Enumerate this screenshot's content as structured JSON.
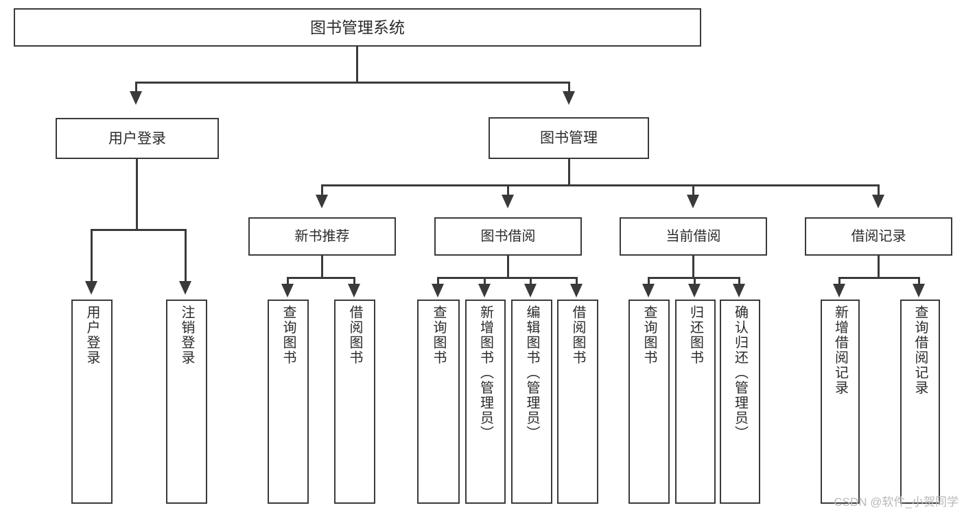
{
  "diagram": {
    "title": "图书管理系统",
    "type": "功能结构图",
    "watermark": "CSDN @软件_小贺同学",
    "colors": {
      "stroke": "#3a3a3a",
      "fill": "#ffffff",
      "text": "#2b2b2b",
      "watermark": "#b8b8b8",
      "background": "#ffffff"
    }
  },
  "nodes": {
    "root": {
      "label": "图书管理系统"
    },
    "level1": [
      {
        "label": "用户登录"
      },
      {
        "label": "图书管理"
      }
    ],
    "level2": [
      {
        "label": "新书推荐"
      },
      {
        "label": "图书借阅"
      },
      {
        "label": "当前借阅"
      },
      {
        "label": "借阅记录"
      }
    ],
    "leaves": {
      "user_login": [
        {
          "label": "用户登录"
        },
        {
          "label": "注销登录"
        }
      ],
      "new_book": [
        {
          "label": "查询图书"
        },
        {
          "label": "借阅图书"
        }
      ],
      "book_borrow": [
        {
          "label": "查询图书"
        },
        {
          "label": "新增图书（管理员）"
        },
        {
          "label": "编辑图书（管理员）"
        },
        {
          "label": "借阅图书"
        }
      ],
      "current_borrow": [
        {
          "label": "查询图书"
        },
        {
          "label": "归还图书"
        },
        {
          "label": "确认归还（管理员）"
        }
      ],
      "borrow_record": [
        {
          "label": "新增借阅记录"
        },
        {
          "label": "查询借阅记录"
        }
      ]
    }
  },
  "edges": {
    "root_to_level1": [
      {
        "from": "图书管理系统",
        "to": "用户登录"
      },
      {
        "from": "图书管理系统",
        "to": "图书管理"
      }
    ],
    "level1_to_level2": [
      {
        "from": "图书管理",
        "to": "新书推荐"
      },
      {
        "from": "图书管理",
        "to": "图书借阅"
      },
      {
        "from": "图书管理",
        "to": "当前借阅"
      },
      {
        "from": "图书管理",
        "to": "借阅记录"
      }
    ],
    "level2_to_leaves": [
      {
        "from": "用户登录",
        "to": "用户登录"
      },
      {
        "from": "用户登录",
        "to": "注销登录"
      },
      {
        "from": "新书推荐",
        "to": "查询图书"
      },
      {
        "from": "新书推荐",
        "to": "借阅图书"
      },
      {
        "from": "图书借阅",
        "to": "查询图书"
      },
      {
        "from": "图书借阅",
        "to": "新增图书（管理员）"
      },
      {
        "from": "图书借阅",
        "to": "编辑图书（管理员）"
      },
      {
        "from": "图书借阅",
        "to": "借阅图书"
      },
      {
        "from": "当前借阅",
        "to": "查询图书"
      },
      {
        "from": "当前借阅",
        "to": "归还图书"
      },
      {
        "from": "当前借阅",
        "to": "确认归还（管理员）"
      },
      {
        "from": "借阅记录",
        "to": "新增借阅记录"
      },
      {
        "from": "借阅记录",
        "to": "查询借阅记录"
      }
    ]
  }
}
